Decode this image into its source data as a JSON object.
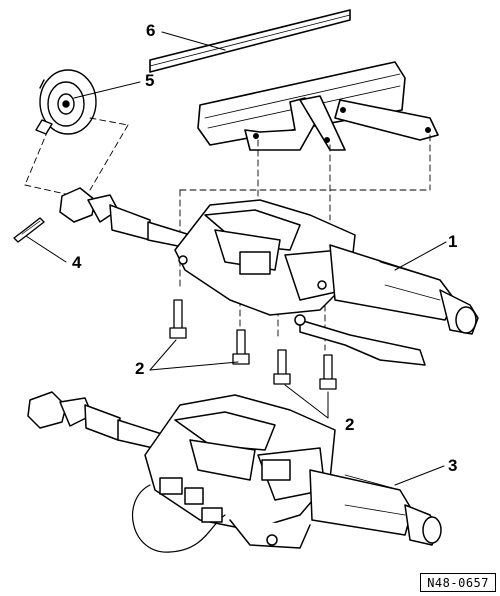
{
  "callouts": {
    "c1": "1",
    "c2a": "2",
    "c2b": "2",
    "c3": "3",
    "c4": "4",
    "c5": "5",
    "c6": "6"
  },
  "figure_ref": "N48-0657"
}
